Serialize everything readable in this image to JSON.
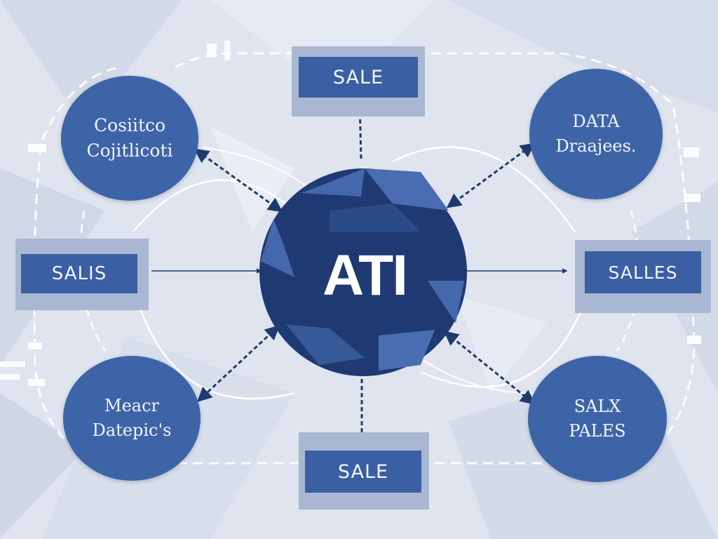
{
  "center": {
    "label": "ATI"
  },
  "nodes": {
    "top_left": {
      "line1": "Cosiitco",
      "line2": "Cojitlicoti"
    },
    "top_right": {
      "line1": "DATA",
      "line2": "Draajees."
    },
    "bottom_left": {
      "line1": "Meacr",
      "line2": "Datepic's"
    },
    "bottom_right": {
      "line1": "SALX",
      "line2": "PALES"
    }
  },
  "boxes": {
    "top": "SALE",
    "left": "SALIS",
    "right": "SALLES",
    "bottom": "SALE"
  },
  "colors": {
    "node": "#3e64a8",
    "box": "#3a5fa2",
    "hub": "#1f3a72",
    "hub_accent": "#4568ad",
    "arrow": "#1f3a6e",
    "background": "#dfe4ee",
    "dashed_loop": "#ffffff"
  }
}
